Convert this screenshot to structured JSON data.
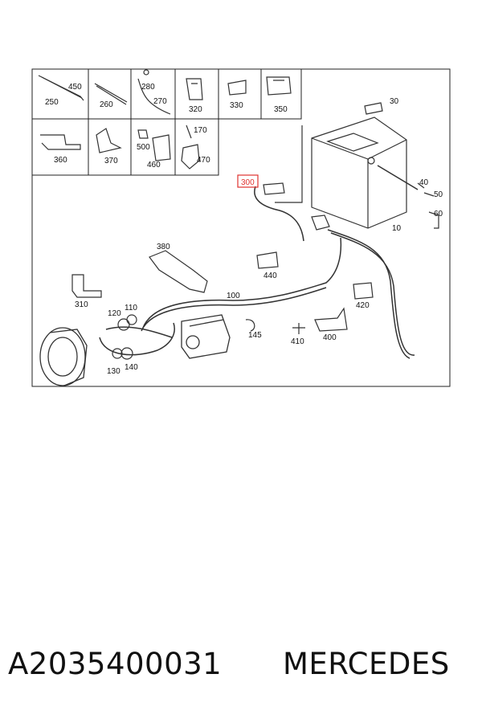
{
  "diagram": {
    "labels": {
      "p10": "10",
      "p30": "30",
      "p40": "40",
      "p50": "50",
      "p60": "60",
      "p100": "100",
      "p110": "110",
      "p120": "120",
      "p130": "130",
      "p140": "140",
      "p145": "145",
      "p170": "170",
      "p250": "250",
      "p260": "260",
      "p270": "270",
      "p280": "280",
      "p300": "300",
      "p310": "310",
      "p320": "320",
      "p330": "330",
      "p350": "350",
      "p360": "360",
      "p370": "370",
      "p380": "380",
      "p400": "400",
      "p410": "410",
      "p420": "420",
      "p440": "440",
      "p450": "450",
      "p460": "460",
      "p470": "470",
      "p500": "500"
    },
    "highlight_color": "#e0322f"
  },
  "footer": {
    "part_number": "A2035400031",
    "brand": "MERCEDES"
  }
}
